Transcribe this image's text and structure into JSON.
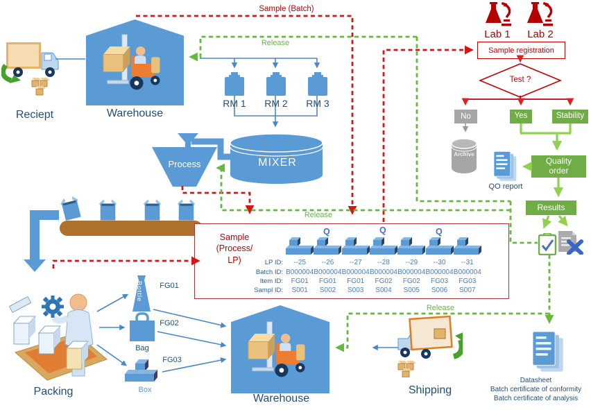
{
  "nodes": {
    "receipt": "Reciept",
    "warehouse_top": "Warehouse",
    "warehouse_bottom": "Warehouse",
    "packing": "Packing",
    "shipping": "Shipping",
    "process": "Process",
    "mixer": "MIXER"
  },
  "raw_materials": [
    {
      "label": "RM 1"
    },
    {
      "label": "RM 2"
    },
    {
      "label": "RM 3"
    }
  ],
  "flows": {
    "sample_batch": "Sample (Batch)",
    "release_top": "Release",
    "release_mid": "Release",
    "release_bottom": "Release"
  },
  "lab": {
    "lab1": "Lab 1",
    "lab2": "Lab 2",
    "registration": "Sample registration",
    "test": "Test ?",
    "no": "No",
    "yes": "Yes",
    "stability": "Stability",
    "archive": "Archive",
    "quality_order": "Quality order",
    "qo_report": "QO report",
    "results": "Results"
  },
  "sample_box": {
    "title_line1": "Sample",
    "title_line2": "(Process/",
    "title_line3": "LP)",
    "q": "Q",
    "rows": [
      {
        "label": "LP ID:",
        "values": [
          "--25",
          "--26",
          "--27",
          "--28",
          "--29",
          "--30",
          "--31"
        ]
      },
      {
        "label": "Batch ID:",
        "values": [
          "B000004",
          "B000004",
          "B000004",
          "B000004",
          "B000004",
          "B000004",
          "B000004"
        ]
      },
      {
        "label": "Item ID:",
        "values": [
          "FG01",
          "FG01",
          "FG01",
          "FG02",
          "FG02",
          "FG03",
          "FG03"
        ]
      },
      {
        "label": "Sampl ID:",
        "values": [
          "S001",
          "S002",
          "S003",
          "S004",
          "S005",
          "S006",
          "S007"
        ]
      }
    ]
  },
  "finished_goods": [
    {
      "id": "FG01",
      "name": "Bottle"
    },
    {
      "id": "FG02",
      "name": "Bag"
    },
    {
      "id": "FG03",
      "name": "Box"
    }
  ],
  "documents": {
    "line1": "Datasheet",
    "line2": "Batch certificate of conformity",
    "line3": "Batch certificate of analysis"
  },
  "colors": {
    "blue": "#5b9bd5",
    "green": "#70ad47",
    "light_green": "#92d050",
    "red": "#c00000",
    "gray": "#a6a6a6",
    "brown": "#b0712e"
  }
}
